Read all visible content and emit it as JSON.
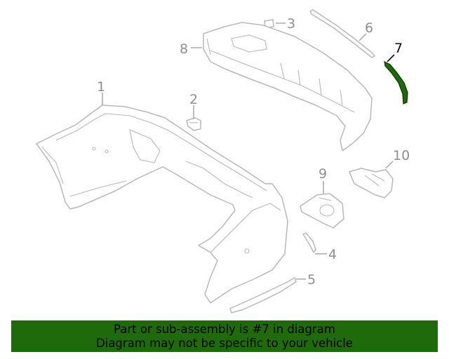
{
  "diagram": {
    "callouts": [
      {
        "id": "1",
        "label": "1"
      },
      {
        "id": "2",
        "label": "2"
      },
      {
        "id": "3",
        "label": "3"
      },
      {
        "id": "4",
        "label": "4"
      },
      {
        "id": "5",
        "label": "5"
      },
      {
        "id": "6",
        "label": "6"
      },
      {
        "id": "7",
        "label": "7",
        "highlighted": true
      },
      {
        "id": "8",
        "label": "8"
      },
      {
        "id": "9",
        "label": "9"
      },
      {
        "id": "10",
        "label": "10"
      }
    ],
    "colors": {
      "outline": "#b9b9b9",
      "callout": "#8f8f8f",
      "highlight_part": "#1f6b0b",
      "highlight_callout": "#111111"
    }
  },
  "banner": {
    "line1": "Part or sub-assembly is #7 in diagram",
    "line2": "Diagram may not be specific to your vehicle",
    "background": "#1f6b0b"
  }
}
